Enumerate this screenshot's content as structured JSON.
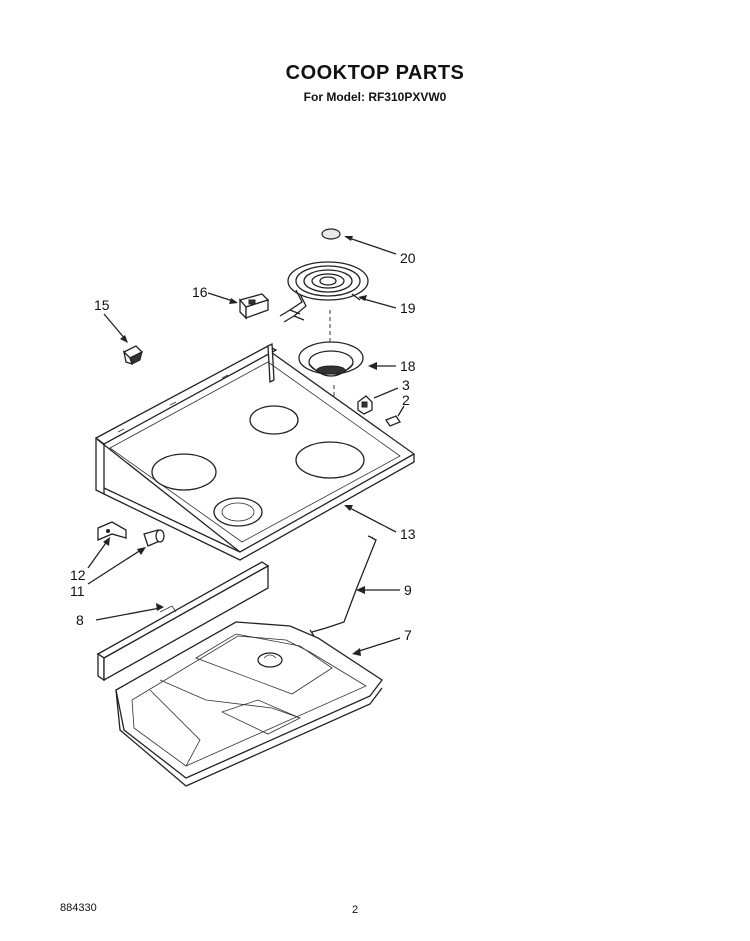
{
  "header": {
    "title": "COOKTOP PARTS",
    "subtitle": "For Model: RF310PXVW0"
  },
  "footer": {
    "doc_number": "884330",
    "page_number": "2"
  },
  "callouts": {
    "c20": "20",
    "c19": "19",
    "c16": "16",
    "c15": "15",
    "c18": "18",
    "c3": "3",
    "c2": "2",
    "c13": "13",
    "c12": "12",
    "c11": "11",
    "c9": "9",
    "c8": "8",
    "c7": "7"
  }
}
